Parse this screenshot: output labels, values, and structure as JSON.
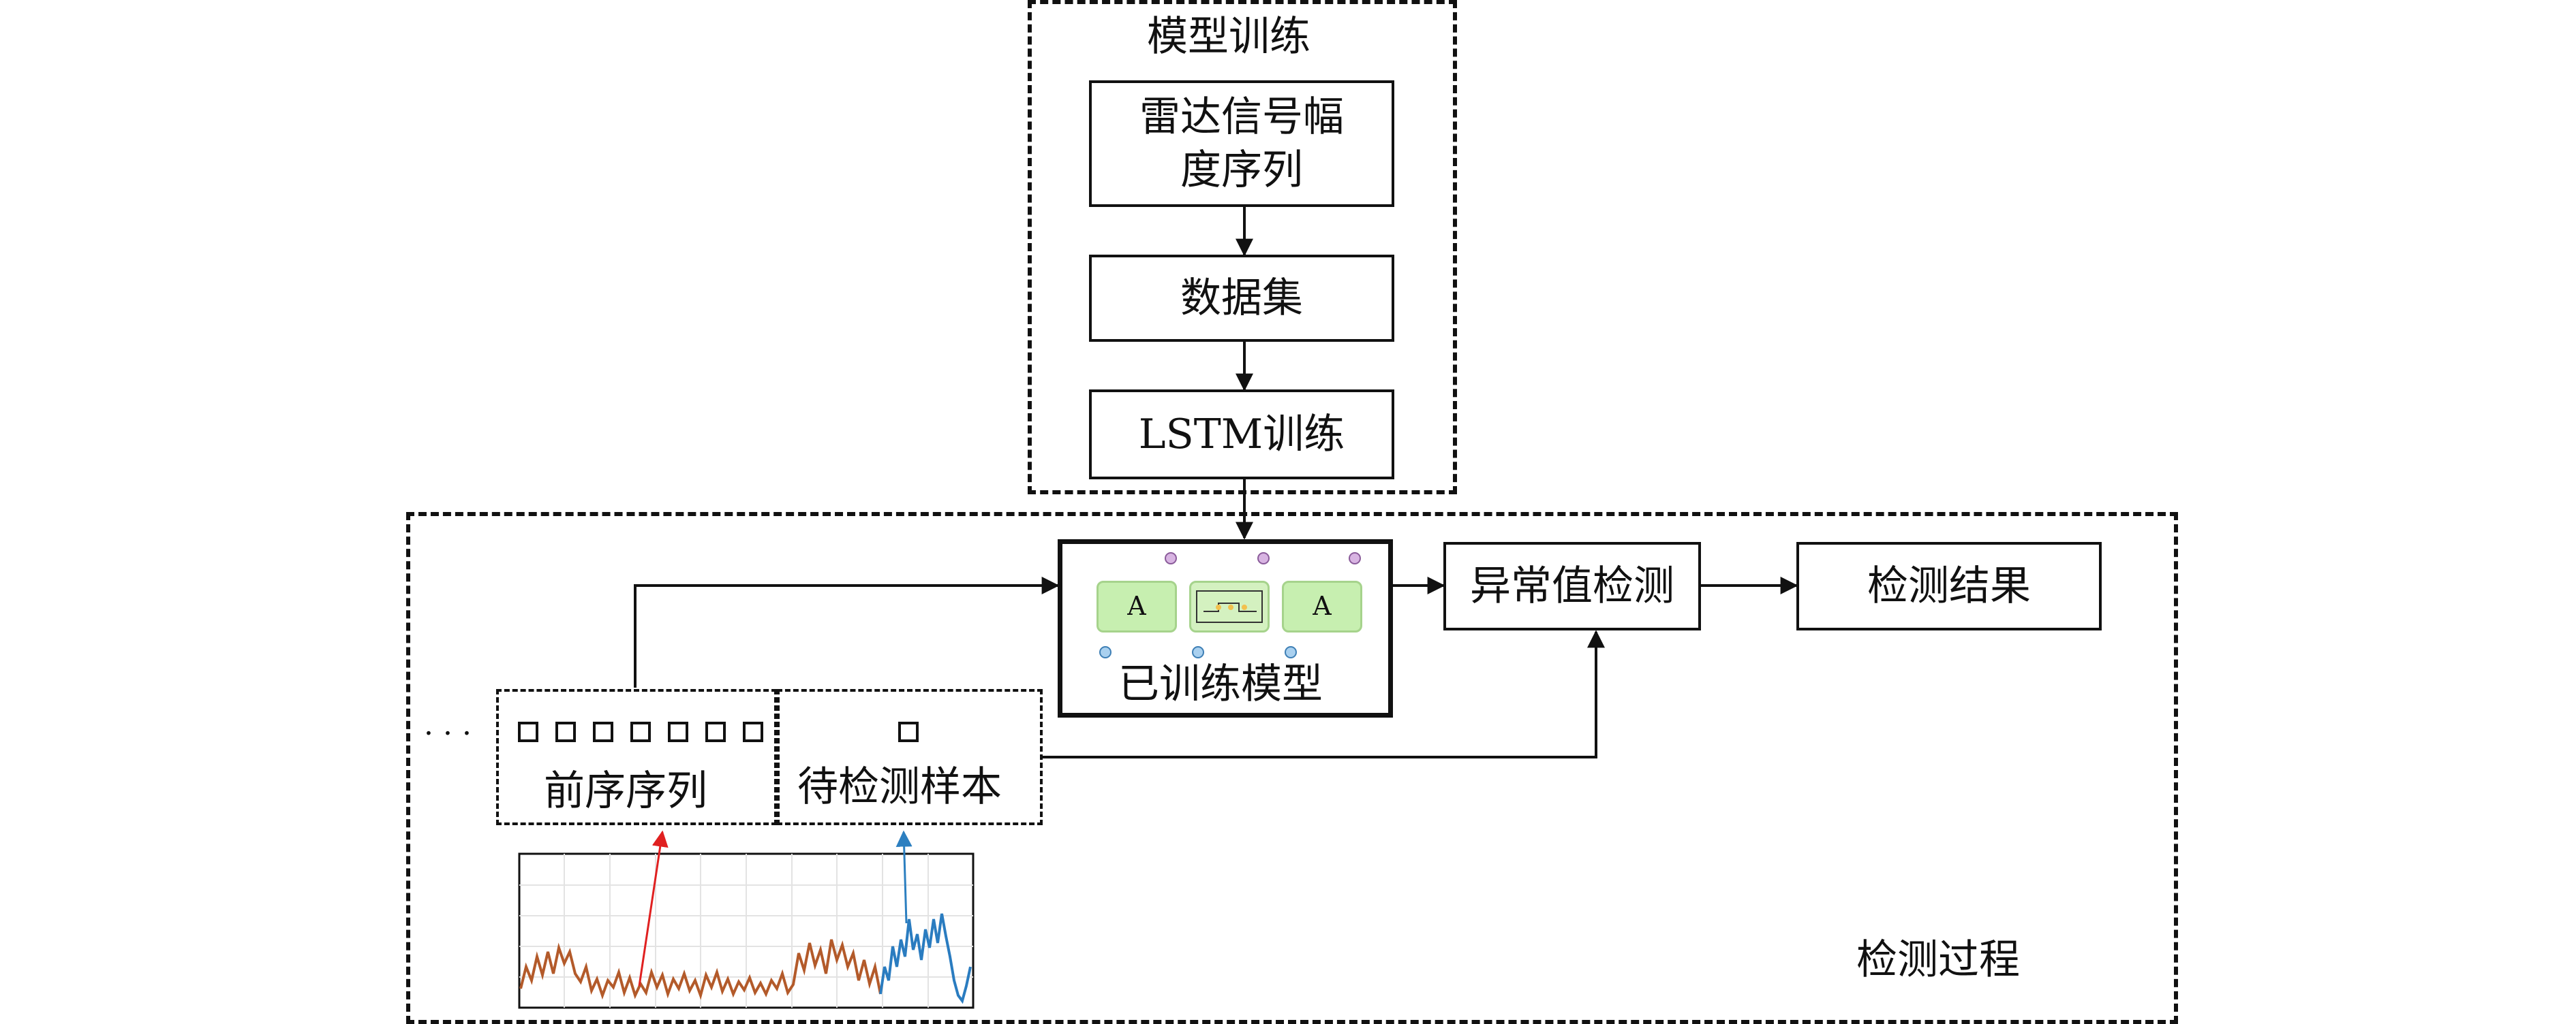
{
  "model_training": {
    "title": "模型训练",
    "step1": "雷达信号幅度序列",
    "step2": "数据集",
    "step3": "LSTM训练"
  },
  "detection": {
    "title": "检测过程",
    "trained_model": "已训练模型",
    "lstm_cell_label": "A",
    "anomaly_detection": "异常值检测",
    "result": "检测结果",
    "previous_sequence": "前序序列",
    "ellipsis": "· · ·",
    "sample_to_detect": "待检测样本"
  },
  "colors": {
    "line": "#111111",
    "red_arrow": "#e02020",
    "blue_arrow": "#2c7fc0",
    "signal_brown": "#b35a2a",
    "signal_blue": "#2a7cc0",
    "cell_green": "#c7efb0"
  }
}
